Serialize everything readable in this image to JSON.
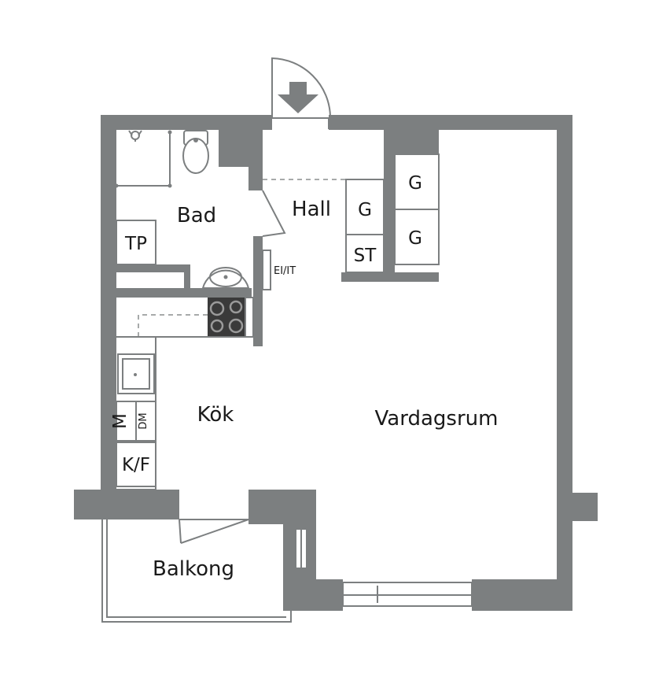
{
  "colors": {
    "wall": "#7c7f80",
    "text": "#1a1a1a",
    "background": "#ffffff"
  },
  "rooms": {
    "bad": "Bad",
    "hall": "Hall",
    "kok": "Kök",
    "vardagsrum": "Vardagsrum",
    "balkong": "Balkong"
  },
  "fixtures": {
    "tp": "TP",
    "g1": "G",
    "g2": "G",
    "g3": "G",
    "st": "ST",
    "el_it": "EI/IT",
    "m": "M",
    "dm": "DM",
    "kf": "K/F"
  },
  "icons": {
    "entrance": "arrow-down-icon",
    "toilet": "toilet-icon",
    "sink": "sink-icon",
    "stove": "stove-icon",
    "shower": "shower-icon"
  }
}
